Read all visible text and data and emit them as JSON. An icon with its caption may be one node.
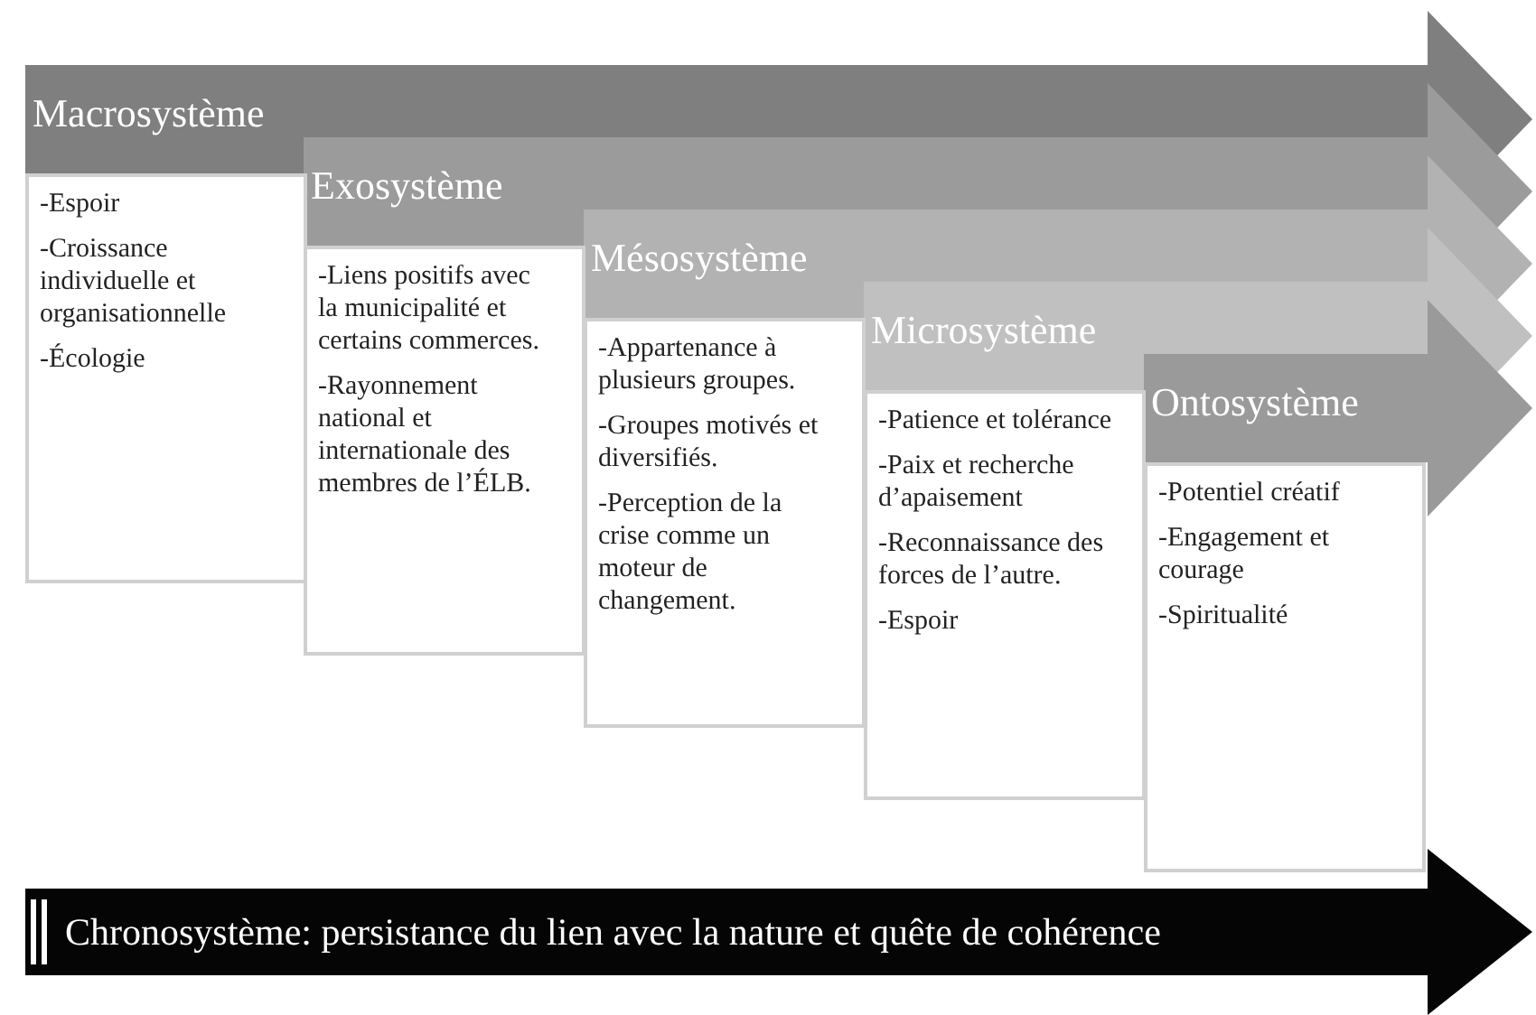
{
  "diagram": {
    "nodes": [
      {
        "text": [
          "Macrosystème"
        ]
      },
      {
        "text": [
          "-Espoir",
          "-Croissance individuelle et organisationnelle",
          "-Écologie"
        ]
      },
      {
        "text": [
          "Exosystème"
        ]
      },
      {
        "text": [
          "-Liens positifs avec la municipalité et certains commerces.",
          "-Rayonnement national et internationale des membres de l’ÉLB."
        ]
      },
      {
        "text": [
          "Mésosystème"
        ]
      },
      {
        "text": [
          "-Appartenance à plusieurs groupes.",
          "-Groupes motivés et diversifiés.",
          "-Perception de la crise comme un moteur de changement."
        ]
      },
      {
        "text": [
          "Microsystème"
        ]
      },
      {
        "text": [
          "-Patience et tolérance",
          "-Paix et recherche d’apaisement",
          "-Reconnaissance des forces de l’autre.",
          "-Espoir"
        ]
      },
      {
        "text": [
          "Ontosystème"
        ]
      },
      {
        "text": [
          "-Potentiel créatif",
          "-Engagement et courage",
          "-Spiritualité"
        ]
      },
      {
        "text": [
          "Chronosystème: persistance du lien avec la nature et quête de cohérence"
        ]
      }
    ]
  }
}
